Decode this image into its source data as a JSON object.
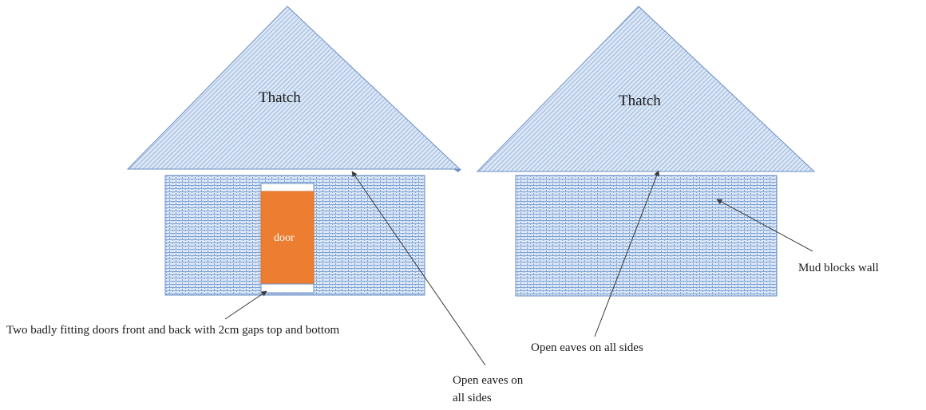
{
  "labels": {
    "thatch_left": "Thatch",
    "thatch_right": "Thatch",
    "door": "door",
    "doors_note": "Two badly fitting doors front and back  with 2cm gaps top and bottom",
    "eaves_left": "Open eaves on all sides",
    "eaves_right": "Open eaves on all sides",
    "wall": "Mud blocks wall"
  },
  "colors": {
    "hatch_fill": "#a9c4e8",
    "hatch_line": "#4f81bd",
    "outline": "#6d8fc4",
    "door": "#ed7d31",
    "door_gap": "#ffffff",
    "arrow": "#3a3a3a"
  }
}
